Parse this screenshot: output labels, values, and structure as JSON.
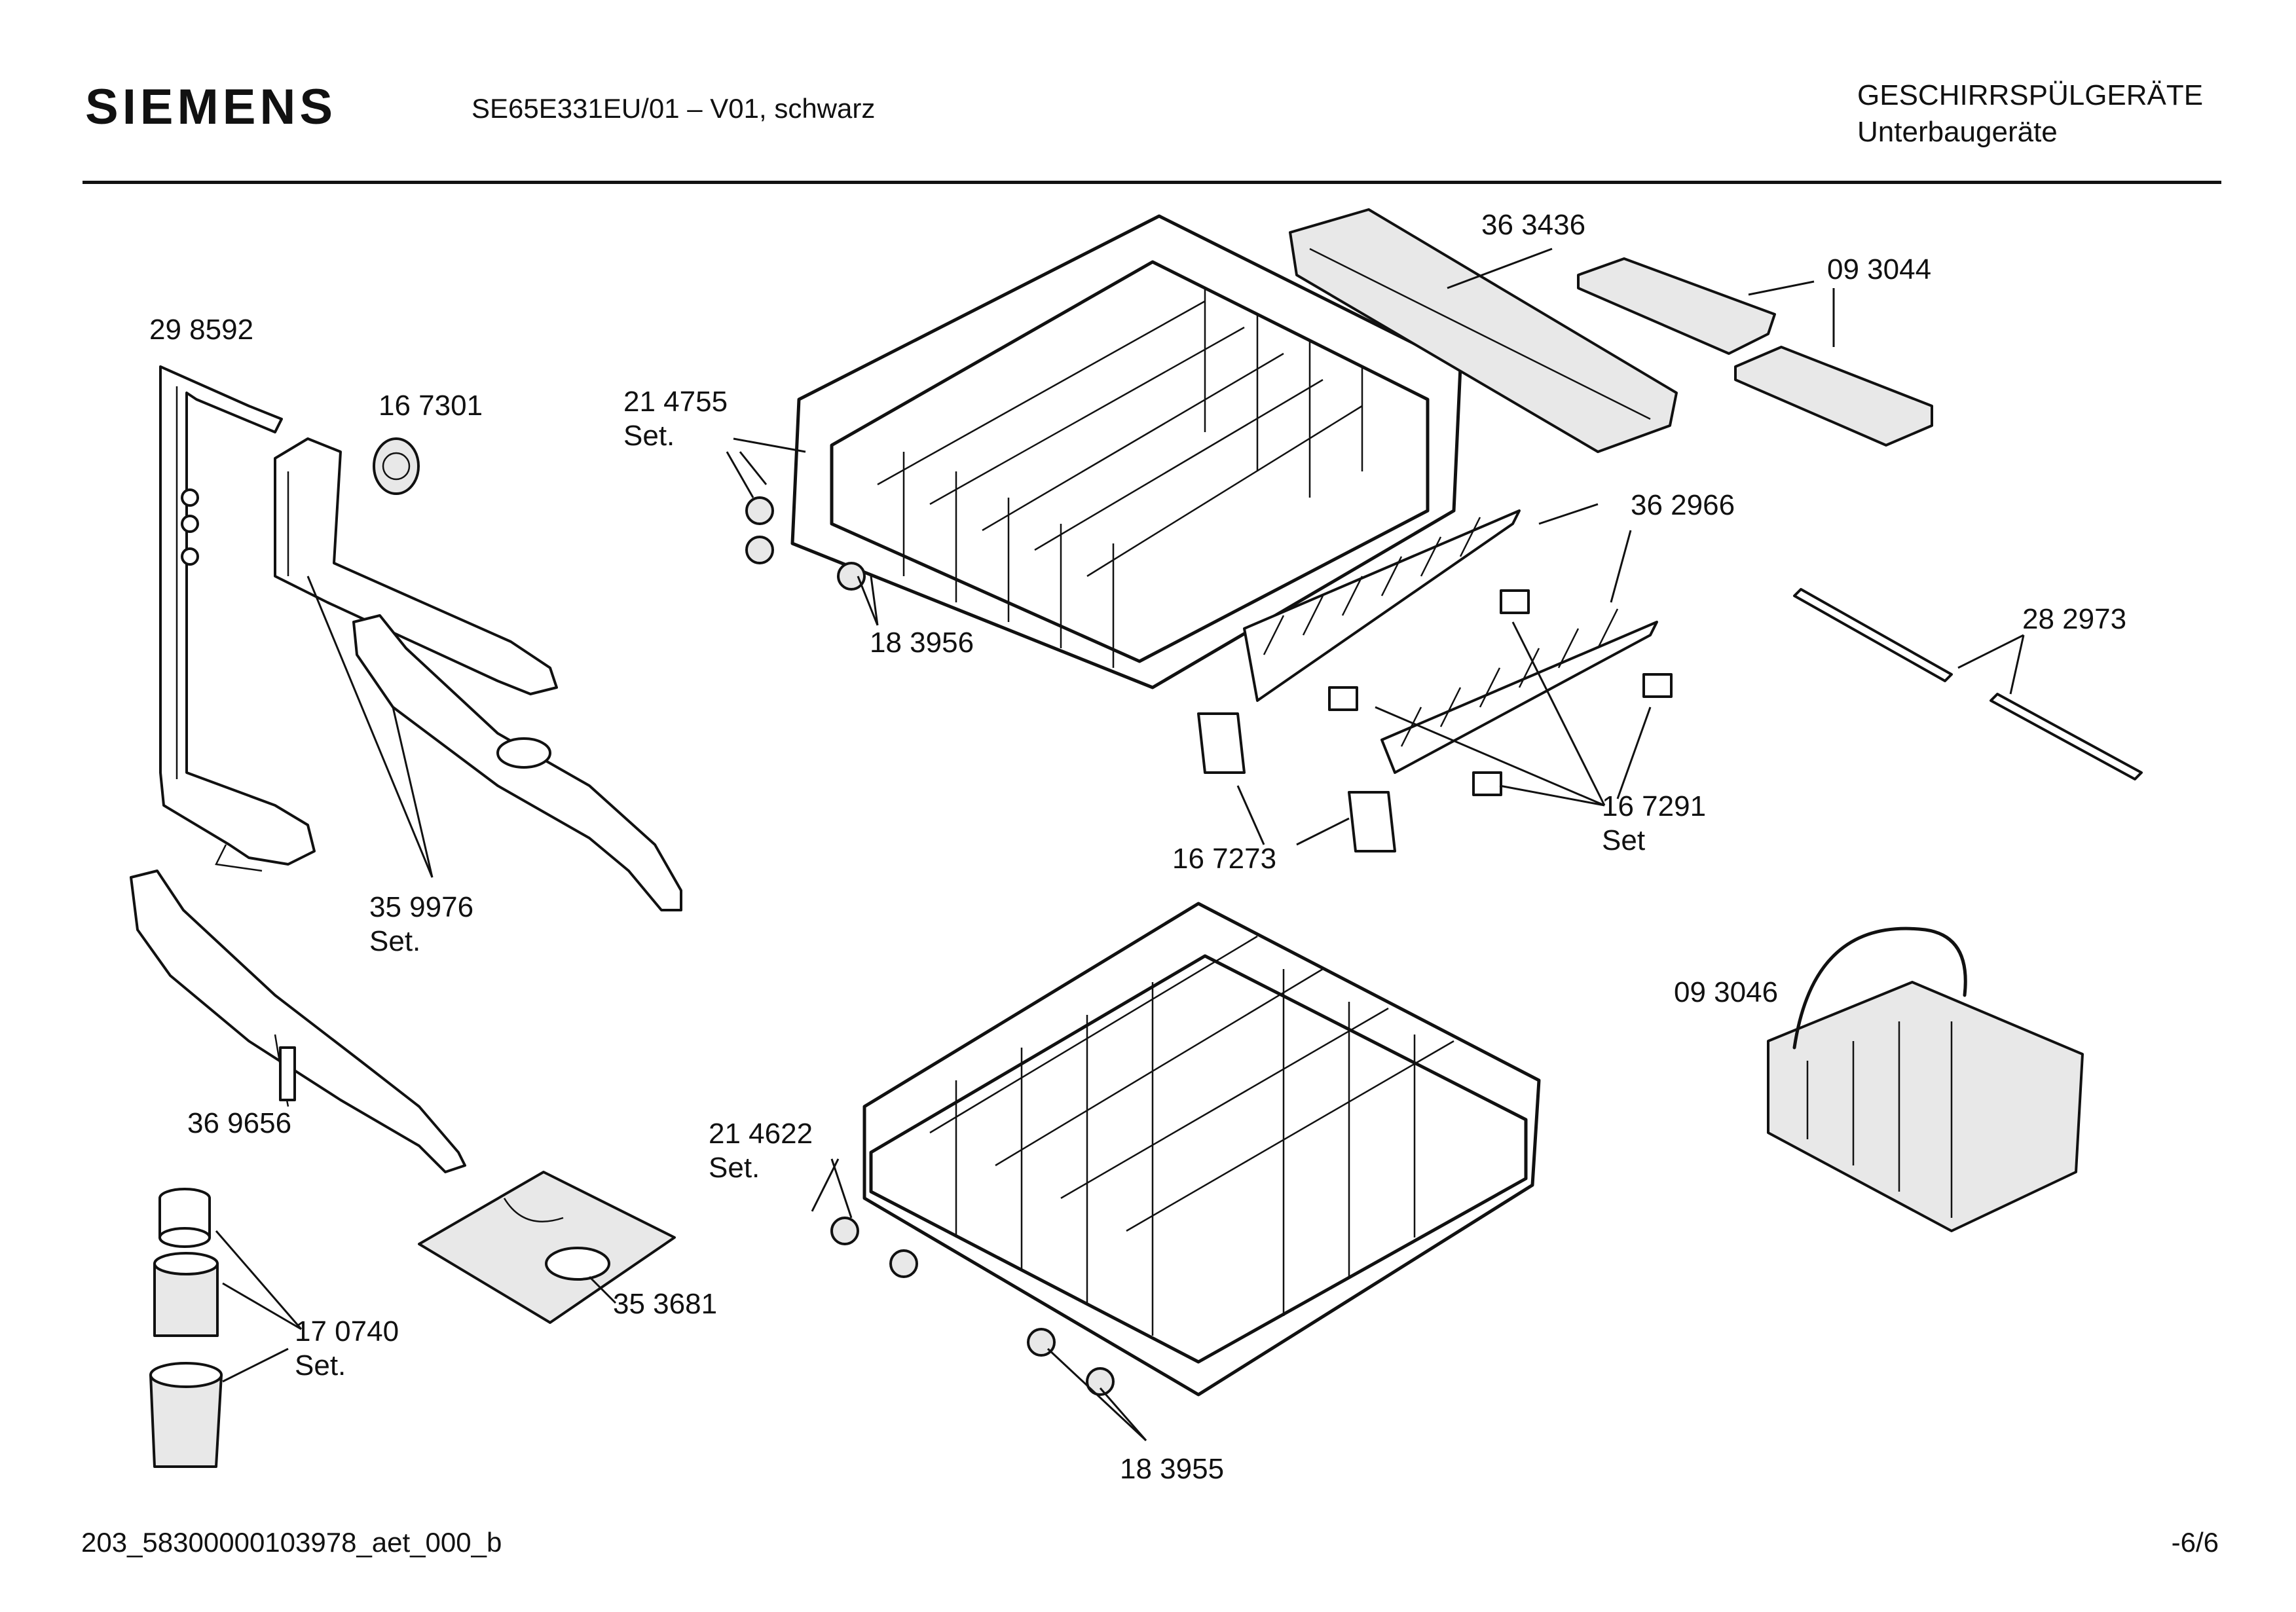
{
  "header": {
    "brand": "SIEMENS",
    "model": "SE65E331EU/01 – V01, schwarz",
    "category_line1": "GESCHIRRSPÜLGERÄTE",
    "category_line2": "Unterbaugeräte"
  },
  "footer": {
    "document_id": "203_58300000103978_aet_000_b",
    "page": "-6/6"
  },
  "parts": [
    {
      "number": "29 8592"
    },
    {
      "number": "16 7301"
    },
    {
      "number": "21 4755",
      "suffix": "Set."
    },
    {
      "number": "36 3436"
    },
    {
      "number": "09 3044"
    },
    {
      "number": "36 2966"
    },
    {
      "number": "18 3956"
    },
    {
      "number": "28 2973"
    },
    {
      "number": "16 7291",
      "suffix": "Set"
    },
    {
      "number": "16 7273"
    },
    {
      "number": "35 9976",
      "suffix": "Set."
    },
    {
      "number": "09 3046"
    },
    {
      "number": "36 9656"
    },
    {
      "number": "21 4622",
      "suffix": "Set."
    },
    {
      "number": "17 0740",
      "suffix": "Set."
    },
    {
      "number": "35 3681"
    },
    {
      "number": "18 3955"
    }
  ]
}
